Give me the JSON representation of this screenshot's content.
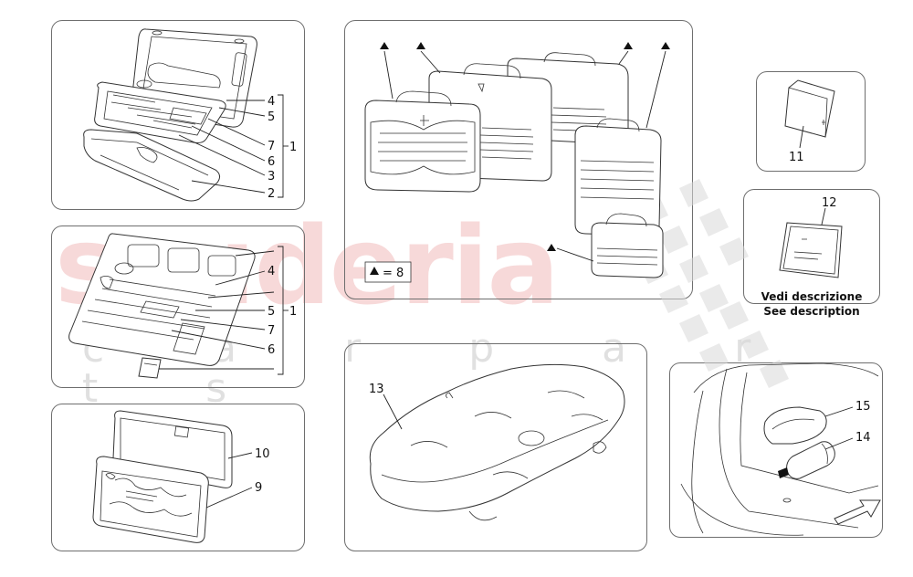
{
  "watermark": {
    "brand": "scuderia",
    "sub": "c a r p a r t s"
  },
  "labels": {
    "p1": {
      "n4": "4",
      "n5": "5",
      "n7": "7",
      "n6": "6",
      "n3": "3",
      "n2": "2",
      "n1": "1"
    },
    "p2": {
      "n4": "4",
      "n5": "5",
      "n7": "7",
      "n6": "6",
      "n1": "1"
    },
    "p3": {
      "n10": "10",
      "n9": "9"
    },
    "luggage": {
      "legend": "= 8"
    },
    "cover": {
      "n13": "13"
    },
    "manual": {
      "n11": "11"
    },
    "docs": {
      "n12": "12",
      "desc_it": "Vedi descrizione",
      "desc_en": "See description"
    },
    "trunk": {
      "n15": "15",
      "n14": "14"
    }
  }
}
